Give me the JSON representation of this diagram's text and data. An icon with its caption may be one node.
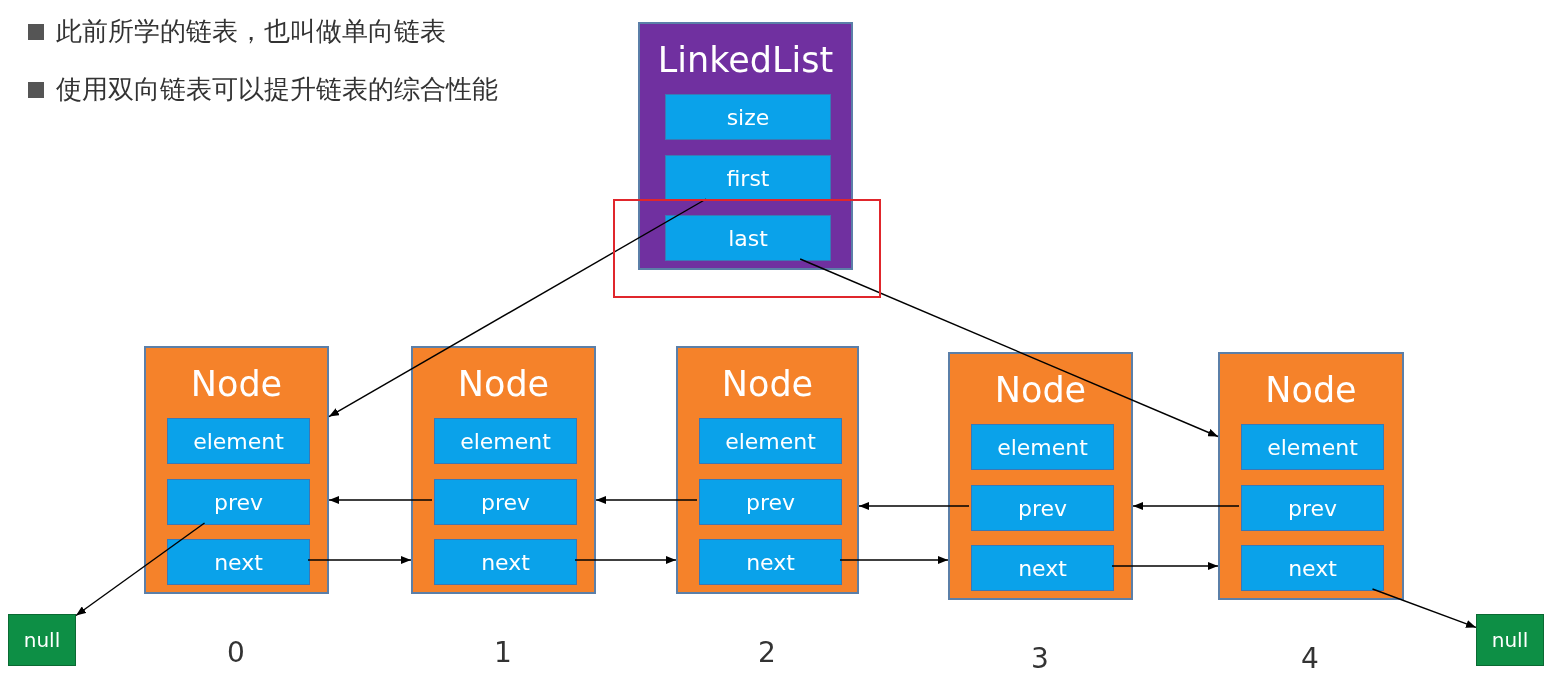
{
  "diagram": {
    "nodes": [
      {
        "text": [
          "LinkedList"
        ]
      },
      {
        "text": [
          "size"
        ],
        "in": 0
      },
      {
        "text": [
          "first"
        ],
        "in": 0
      },
      {
        "text": [
          "last"
        ],
        "in": 0
      },
      {
        "text": [
          "Node"
        ]
      },
      {
        "text": [
          "element"
        ],
        "in": 4
      },
      {
        "text": [
          "prev"
        ],
        "in": 4
      },
      {
        "text": [
          "next"
        ],
        "in": 4
      },
      {
        "text": [
          "Node"
        ]
      },
      {
        "text": [
          "element"
        ],
        "in": 8
      },
      {
        "text": [
          "prev"
        ],
        "in": 8
      },
      {
        "text": [
          "next"
        ],
        "in": 8
      },
      {
        "text": [
          "Node"
        ]
      },
      {
        "text": [
          "element"
        ],
        "in": 12
      },
      {
        "text": [
          "prev"
        ],
        "in": 12
      },
      {
        "text": [
          "next"
        ],
        "in": 12
      },
      {
        "text": [
          "Node"
        ]
      },
      {
        "text": [
          "element"
        ],
        "in": 16
      },
      {
        "text": [
          "prev"
        ],
        "in": 16
      },
      {
        "text": [
          "next"
        ],
        "in": 16
      },
      {
        "text": [
          "Node"
        ]
      },
      {
        "text": [
          "element"
        ],
        "in": 20
      },
      {
        "text": [
          "prev"
        ],
        "in": 20
      },
      {
        "text": [
          "next"
        ],
        "in": 20
      },
      {
        "text": [
          "null"
        ]
      },
      {
        "text": [
          "null"
        ]
      }
    ],
    "edges": [
      {
        "from": 2,
        "to": 4,
        "arrow": "to"
      },
      {
        "from": 3,
        "to": 20,
        "arrow": "to"
      },
      {
        "from": 6,
        "to": 24,
        "arrow": "to"
      },
      {
        "from": 7,
        "to": 8,
        "arrow": "to"
      },
      {
        "from": 10,
        "to": 4,
        "arrow": "to"
      },
      {
        "from": 11,
        "to": 12,
        "arrow": "to"
      },
      {
        "from": 14,
        "to": 8,
        "arrow": "to"
      },
      {
        "from": 15,
        "to": 16,
        "arrow": "to"
      },
      {
        "from": 18,
        "to": 12,
        "arrow": "to"
      },
      {
        "from": 19,
        "to": 20,
        "arrow": "to"
      },
      {
        "from": 22,
        "to": 16,
        "arrow": "to"
      },
      {
        "from": 23,
        "to": 25,
        "arrow": "to"
      }
    ],
    "labels": [
      "此前所学的链表，也叫做单向链表",
      "使用双向链表可以提升链表的综合性能",
      "0",
      "1",
      "2",
      "3",
      "4"
    ]
  }
}
